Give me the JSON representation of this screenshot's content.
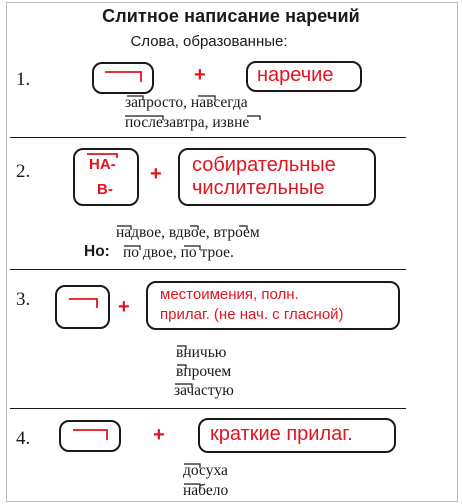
{
  "title": "Слитное написание наречий",
  "subtitle": "Слова, образованные:",
  "rules": [
    {
      "number": "1.",
      "result": "наречие",
      "examples": [
        "запросто, навсегда",
        "послезавтра, извне"
      ]
    },
    {
      "number": "2.",
      "prefixes": [
        "НА-",
        "В-"
      ],
      "result_lines": [
        "собирательные",
        "числительные"
      ],
      "examples": [
        "надвое, вдвое, втроем"
      ],
      "contrast_label": "Но:",
      "contrast_text": "по двое, по трое."
    },
    {
      "number": "3.",
      "result_lines": [
        "местоимения, полн.",
        "прилаг. (не нач. с гласной)"
      ],
      "examples": [
        "вничью",
        "впрочем",
        "зачастую"
      ]
    },
    {
      "number": "4.",
      "result": "краткие прилаг.",
      "examples": [
        "досуха",
        "набело"
      ]
    }
  ],
  "plus_sign": "+",
  "colors": {
    "accent": "#e4141e",
    "ink": "#1a1a1a",
    "frame": "#b9b9b9"
  }
}
